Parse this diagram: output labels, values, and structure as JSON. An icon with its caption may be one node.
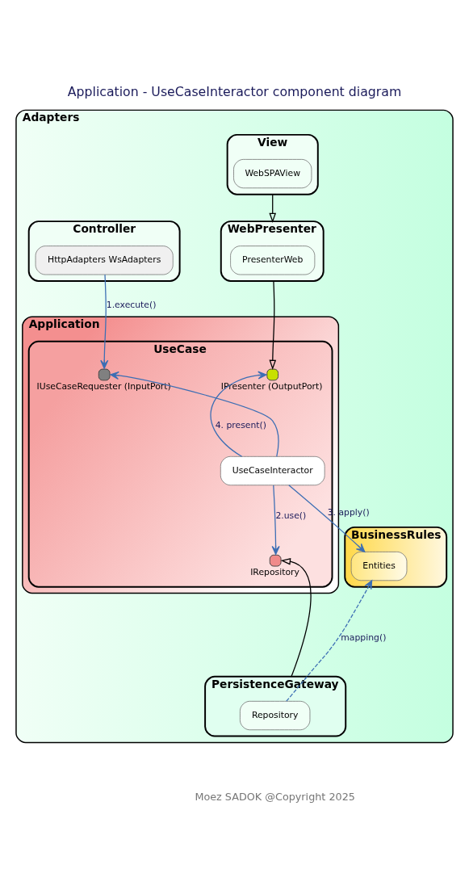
{
  "diagram": {
    "title": "Application - UseCaseInteractor component diagram",
    "caption": "Moez SADOK @Copyright 2025",
    "nodes": [
      {
        "text": [
          "Adapters"
        ]
      },
      {
        "text": [
          "View"
        ],
        "in": 0
      },
      {
        "text": [
          "WebSPAView"
        ],
        "in": 1
      },
      {
        "text": [
          "Controller"
        ],
        "in": 0
      },
      {
        "text": [
          "HttpAdapters WsAdapters"
        ],
        "in": 3
      },
      {
        "text": [
          "WebPresenter"
        ],
        "in": 0
      },
      {
        "text": [
          "PresenterWeb"
        ],
        "in": 5
      },
      {
        "text": [
          "Application"
        ],
        "in": 0
      },
      {
        "text": [
          "UseCase"
        ],
        "in": 7
      },
      {
        "text": [
          "IUseCaseRequester (InputPort)"
        ],
        "in": 8
      },
      {
        "text": [
          "IPresenter (OutputPort)"
        ],
        "in": 8
      },
      {
        "text": [
          "UseCaseInteractor"
        ],
        "in": 8
      },
      {
        "text": [
          "IRepository"
        ],
        "in": 8
      },
      {
        "text": [
          "BusinessRules"
        ],
        "in": 0
      },
      {
        "text": [
          "Entities"
        ],
        "in": 13
      },
      {
        "text": [
          "PersistenceGateway"
        ],
        "in": 0
      },
      {
        "text": [
          "Repository"
        ],
        "in": 15
      }
    ],
    "edges": [
      {
        "from": 1,
        "to": 5,
        "arrow": "to",
        "color": "#000000"
      },
      {
        "from": 4,
        "to": 9,
        "arrow": "to",
        "label": "1.execute()"
      },
      {
        "from": 5,
        "to": 10,
        "arrow": "to",
        "color": "#000000"
      },
      {
        "from": 11,
        "to": 9,
        "arrow": "to"
      },
      {
        "from": 11,
        "to": 10,
        "arrow": "to",
        "label": "4. present()"
      },
      {
        "from": 11,
        "to": 14,
        "arrow": "to",
        "label": "3. apply()"
      },
      {
        "from": 11,
        "to": 12,
        "arrow": "to",
        "label": "2.use()"
      },
      {
        "from": 16,
        "to": 14,
        "arrow": "to",
        "label": "mapping()",
        "style": "dashed"
      },
      {
        "from": 15,
        "to": 12,
        "arrow": "to",
        "color": "#000000"
      }
    ]
  }
}
